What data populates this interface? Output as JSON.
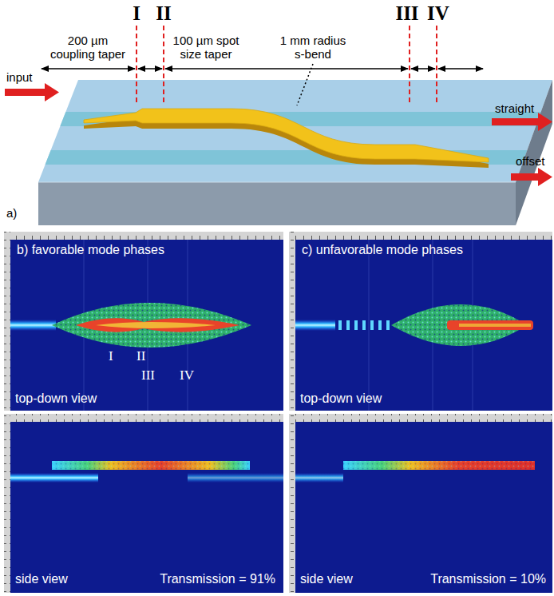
{
  "diagram": {
    "nodes": [
      {
        "text": [
          "b) favorable mode phases",
          "I",
          "II",
          "III",
          "IV",
          "top-down view"
        ]
      },
      {
        "text": [
          "side view",
          "Transmission = 91%"
        ]
      },
      {
        "text": [
          "c) unfavorable mode phases",
          "top-down view"
        ]
      },
      {
        "text": [
          "side view",
          "Transmission = 10%"
        ]
      }
    ],
    "labels": [
      "I",
      "II",
      "III",
      "IV",
      "200 µm coupling taper",
      "100 µm spot size taper",
      "1 mm radius s-bend",
      "input",
      "straight",
      "offset",
      "a)"
    ]
  }
}
